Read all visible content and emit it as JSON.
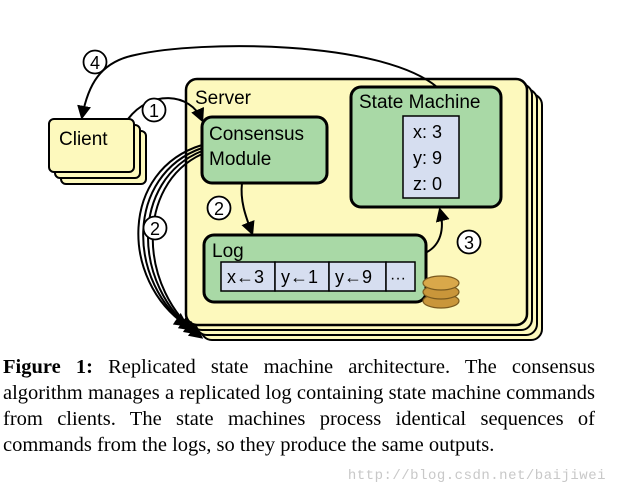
{
  "diagram": {
    "client_label": "Client",
    "server_label": "Server",
    "consensus_line1": "Consensus",
    "consensus_line2": "Module",
    "state_machine_label": "State Machine",
    "state_values": [
      "x: 3",
      "y: 9",
      "z: 0"
    ],
    "log_label": "Log",
    "log_entries": [
      "x←3",
      "y←1",
      "y←9",
      "···"
    ],
    "step_numbers": [
      "1",
      "2",
      "2",
      "3",
      "4"
    ]
  },
  "caption": {
    "figure_label": "Figure 1:",
    "text": " Replicated state machine architecture. The consensus algorithm manages a replicated log containing state machine commands from clients. The state machines process identical sequences of commands from the logs, so they produce the same outputs."
  },
  "watermark": "http://blog.csdn.net/baijiwei",
  "colors": {
    "server_fill": "#fdf9bd",
    "module_fill": "#a9d9a6",
    "module_stroke": "#1c8a36",
    "log_cell_fill": "#d6def0",
    "disk_fill": "#c9963a"
  }
}
